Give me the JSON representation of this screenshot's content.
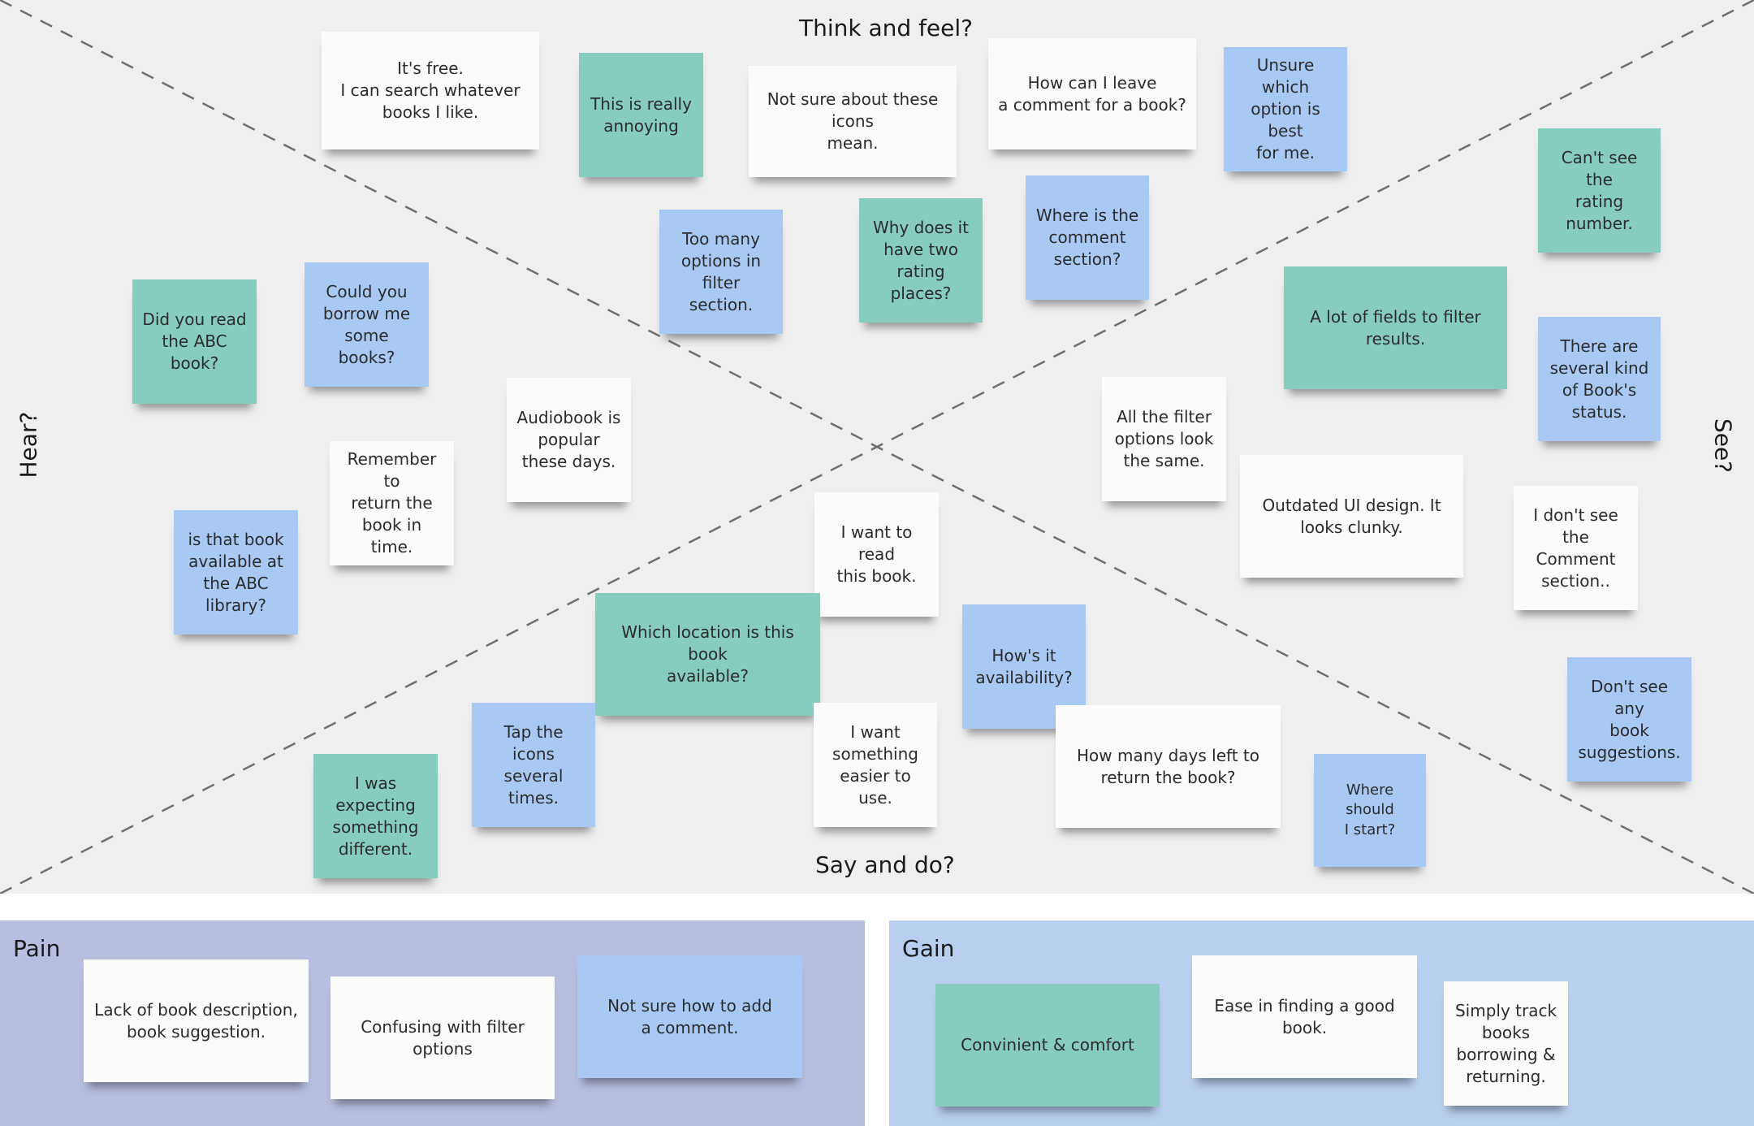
{
  "board": {
    "quadrants": {
      "top": "Think and feel?",
      "left": "Hear?",
      "right": "See?",
      "bottom": "Say and do?"
    },
    "colors": {
      "background": "#efefef",
      "white_note": "#fbfbfb",
      "blue_note": "#a9c9f5",
      "teal_note": "#86cdc0",
      "pain_panel": "#b8bedf",
      "gain_panel": "#b9cff0"
    },
    "stickies": [
      {
        "id": "free-search",
        "color": "white",
        "text": "It's free.\nI can search whatever\nbooks I like."
      },
      {
        "id": "really-annoying",
        "color": "teal",
        "text": "This is really\nannoying"
      },
      {
        "id": "unsure-icons",
        "color": "white",
        "text": "Not sure about these icons\nmean."
      },
      {
        "id": "leave-comment",
        "color": "white",
        "text": "How can I leave\na comment for a book?"
      },
      {
        "id": "unsure-option",
        "color": "blue",
        "text": "Unsure which\noption is best\nfor me."
      },
      {
        "id": "cant-see-rating",
        "color": "teal",
        "text": "Can't see the\nrating\nnumber."
      },
      {
        "id": "too-many-options",
        "color": "blue",
        "text": "Too many\noptions in\nfilter section."
      },
      {
        "id": "two-rating-places",
        "color": "teal",
        "text": "Why does it\nhave two\nrating places?"
      },
      {
        "id": "where-comment",
        "color": "blue",
        "text": "Where is the\ncomment\nsection?"
      },
      {
        "id": "fields-filter",
        "color": "teal",
        "text": "A lot of fields to filter\nresults."
      },
      {
        "id": "did-you-read",
        "color": "teal",
        "text": "Did you read\nthe ABC\nbook?"
      },
      {
        "id": "borrow-books",
        "color": "blue",
        "text": "Could you\nborrow me\nsome books?"
      },
      {
        "id": "book-status",
        "color": "blue",
        "text": "There are\nseveral kind\nof Book's\nstatus."
      },
      {
        "id": "audiobook",
        "color": "white",
        "text": "Audiobook is\npopular\nthese days."
      },
      {
        "id": "filter-same",
        "color": "white",
        "text": "All the filter\noptions look\nthe same."
      },
      {
        "id": "remember-return",
        "color": "white",
        "text": "Remember to\nreturn the\nbook in time."
      },
      {
        "id": "outdated-ui",
        "color": "white",
        "text": "Outdated UI design. It\nlooks clunky."
      },
      {
        "id": "no-comment-section",
        "color": "white",
        "text": "I don't see\nthe Comment\nsection.."
      },
      {
        "id": "book-available-abc",
        "color": "blue",
        "text": "is that book\navailable at\nthe ABC\nlibrary?"
      },
      {
        "id": "want-read",
        "color": "white",
        "text": "I want to read\nthis book."
      },
      {
        "id": "which-location",
        "color": "teal",
        "text": "Which location is this book\navailable?"
      },
      {
        "id": "availability",
        "color": "blue",
        "text": "How's it\navailability?"
      },
      {
        "id": "no-suggestions",
        "color": "blue",
        "text": "Don't see any\nbook\nsuggestions."
      },
      {
        "id": "tap-icons",
        "color": "blue",
        "text": "Tap the icons\nseveral times."
      },
      {
        "id": "want-easier",
        "color": "white",
        "text": "I want\nsomething\neasier to use."
      },
      {
        "id": "days-left",
        "color": "white",
        "text": "How many days left to\nreturn the book?"
      },
      {
        "id": "where-start",
        "color": "blue",
        "text": "Where\nshould\nI start?"
      },
      {
        "id": "expecting-different",
        "color": "teal",
        "text": "I was\nexpecting\nsomething\ndifferent."
      }
    ]
  },
  "pain": {
    "title": "Pain",
    "stickies": [
      {
        "id": "lack-description",
        "color": "white",
        "text": "Lack of book description,\nbook suggestion."
      },
      {
        "id": "confusing-filter",
        "color": "white",
        "text": "Confusing with filter\noptions"
      },
      {
        "id": "add-comment",
        "color": "blue",
        "text": "Not sure how to add\na comment."
      }
    ]
  },
  "gain": {
    "title": "Gain",
    "stickies": [
      {
        "id": "convenient",
        "color": "teal",
        "text": "Convinient & comfort"
      },
      {
        "id": "finding-book",
        "color": "white",
        "text": "Ease in finding a good\nbook."
      },
      {
        "id": "track-books",
        "color": "white",
        "text": "Simply track\nbooks\nborrowing &\nreturning."
      }
    ]
  }
}
